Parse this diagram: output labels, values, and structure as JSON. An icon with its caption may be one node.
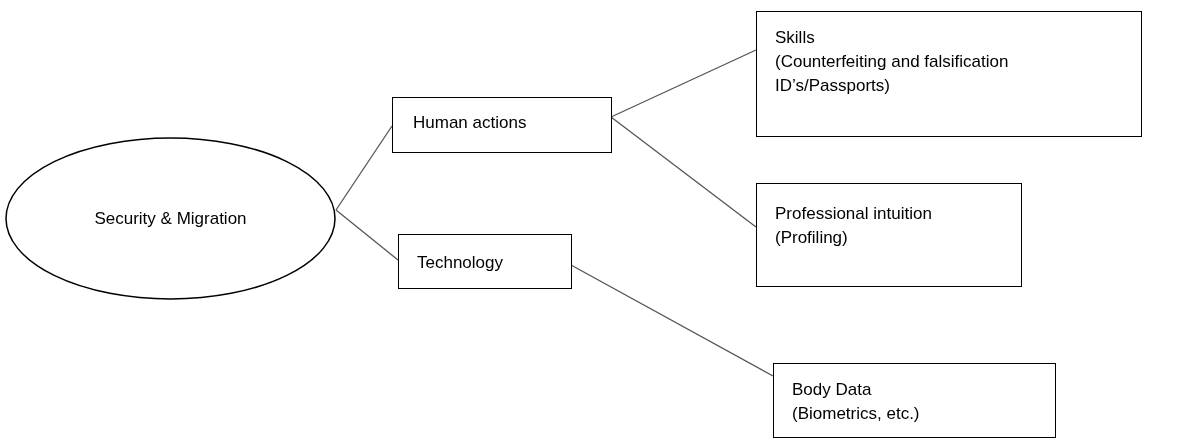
{
  "diagram": {
    "nodes": [
      {
        "text": [
          "Security & Migration"
        ]
      },
      {
        "text": [
          "Human actions"
        ]
      },
      {
        "text": [
          "Technology"
        ]
      },
      {
        "text": [
          "Skills",
          "(Counterfeiting and falsification ID’s/Passports)"
        ]
      },
      {
        "text": [
          "Professional intuition",
          "(Profiling)"
        ]
      },
      {
        "text": [
          "Body Data",
          "(Biometrics, etc.)"
        ]
      }
    ],
    "edges": [
      {
        "from": 0,
        "to": 1,
        "arrow": "none"
      },
      {
        "from": 0,
        "to": 2,
        "arrow": "none"
      },
      {
        "from": 1,
        "to": 3,
        "arrow": "none"
      },
      {
        "from": 1,
        "to": 4,
        "arrow": "none"
      },
      {
        "from": 2,
        "to": 5,
        "arrow": "none"
      }
    ]
  }
}
